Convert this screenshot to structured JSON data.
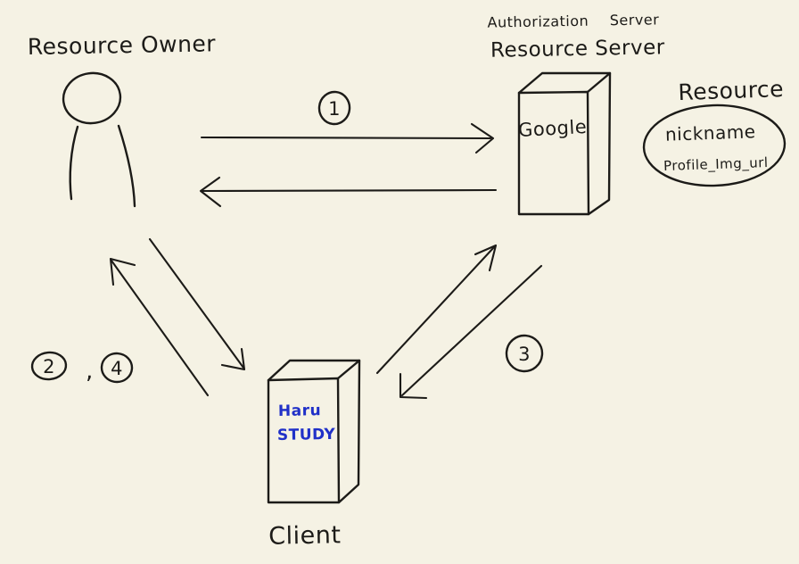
{
  "colors": {
    "bg": "#f5f2e4",
    "ink": "#1c1b18",
    "blue": "#2030c8"
  },
  "nodes": {
    "resource_owner": {
      "label": "Resource Owner"
    },
    "auth_server": {
      "title": "Authorization Server",
      "subtitle": "Resource Server",
      "box_label": "Google"
    },
    "resource": {
      "label": "Resource",
      "fields": [
        "nickname",
        "Profile_Img_url"
      ]
    },
    "client": {
      "label": "Client",
      "box_label_line1": "Haru",
      "box_label_line2": "STUDY"
    }
  },
  "steps": {
    "one": "1",
    "two": "2",
    "three": "3",
    "four": "4",
    "separator": ","
  }
}
